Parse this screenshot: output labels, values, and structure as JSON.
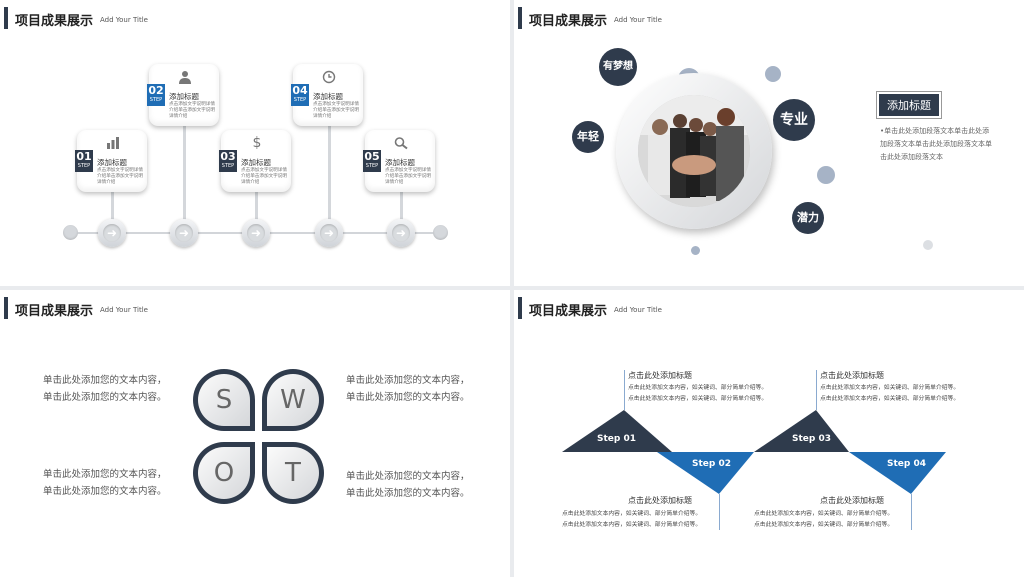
{
  "header": {
    "title": "项目成果展示",
    "subtitle": "Add Your Title"
  },
  "timeline": {
    "cards": [
      {
        "num": "01",
        "step": "STEP",
        "title": "添加标题",
        "desc": "点击添加文字说明详情介绍单击添加文字说明详情介绍",
        "icon": "bar-chart-icon",
        "color": "#2f3b4c"
      },
      {
        "num": "02",
        "step": "STEP",
        "title": "添加标题",
        "desc": "点击添加文字说明详情介绍单击添加文字说明详情介绍",
        "icon": "user-icon",
        "color": "#1f6db5"
      },
      {
        "num": "03",
        "step": "STEP",
        "title": "添加标题",
        "desc": "点击添加文字说明详情介绍单击添加文字说明详情介绍",
        "icon": "dollar-icon",
        "color": "#2f3b4c"
      },
      {
        "num": "04",
        "step": "STEP",
        "title": "添加标题",
        "desc": "点击添加文字说明详情介绍单击添加文字说明详情介绍",
        "icon": "clock-icon",
        "color": "#1f6db5"
      },
      {
        "num": "05",
        "step": "STEP",
        "title": "添加标题",
        "desc": "点击添加文字说明详情介绍单击添加文字说明详情介绍",
        "icon": "search-icon",
        "color": "#2f3b4c"
      }
    ]
  },
  "team": {
    "bubbles": [
      "有梦想",
      "年轻",
      "专业",
      "潜力"
    ],
    "tag": "添加标题",
    "desc": "•单击此处添加段落文本单击此处添加段落文本单击此处添加段落文本单击此处添加段落文本"
  },
  "swot": {
    "letters": [
      "S",
      "W",
      "O",
      "T"
    ],
    "texts": [
      [
        "单击此处添加您的文本内容，",
        "单击此处添加您的文本内容。"
      ],
      [
        "单击此处添加您的文本内容，",
        "单击此处添加您的文本内容。"
      ],
      [
        "单击此处添加您的文本内容，",
        "单击此处添加您的文本内容。"
      ],
      [
        "单击此处添加您的文本内容，",
        "单击此处添加您的文本内容。"
      ]
    ]
  },
  "steps": {
    "labels": [
      "Step 01",
      "Step 02",
      "Step 03",
      "Step 04"
    ],
    "blocks": [
      {
        "title": "点击此处添加标题",
        "lines": [
          "点击此处添加文本内容，如关键词、部分简单介绍等。",
          "点击此处添加文本内容，如关键词、部分简单介绍等。"
        ]
      },
      {
        "title": "点击此处添加标题",
        "lines": [
          "点击此处添加文本内容，如关键词、部分简单介绍等。",
          "点击此处添加文本内容，如关键词、部分简单介绍等。"
        ]
      },
      {
        "title": "点击此处添加标题",
        "lines": [
          "点击此处添加文本内容，如关键词、部分简单介绍等。",
          "点击此处添加文本内容，如关键词、部分简单介绍等。"
        ]
      },
      {
        "title": "点击此处添加标题",
        "lines": [
          "点击此处添加文本内容，如关键词、部分简单介绍等。",
          "点击此处添加文本内容，如关键词、部分简单介绍等。"
        ]
      }
    ],
    "colors": {
      "dark": "#2f3b4c",
      "blue": "#1f6db5"
    }
  }
}
